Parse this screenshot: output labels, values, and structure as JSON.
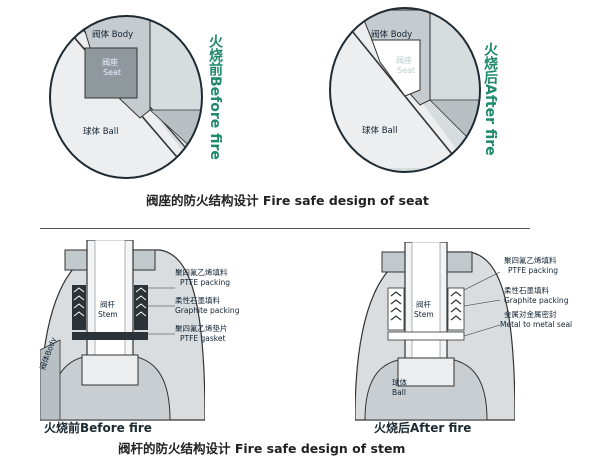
{
  "seat_section": {
    "before": {
      "body_label": "阀体 Body",
      "seat_label_cn": "阀座",
      "seat_label_en": "Seat",
      "ball_label": "球体 Ball",
      "side_text": "火烧前Before fire"
    },
    "after": {
      "body_label": "阀体 Body",
      "seat_label_cn": "阀座",
      "seat_label_en": "Seat",
      "ball_label": "球体 Ball",
      "side_text": "火烧后After fire"
    },
    "caption": "阀座的防火结构设计 Fire safe design of seat"
  },
  "stem_section": {
    "before": {
      "ptfe_packing_cn": "聚四氟乙烯填料",
      "ptfe_packing_en": "PTFE packing",
      "graphite_cn": "柔性石墨填料",
      "graphite_en": "Graphite packing",
      "gasket_cn": "聚四氟乙烯垫片",
      "gasket_en": "PTFE gasket",
      "stem_cn": "阀杆",
      "stem_en": "Stem",
      "body_label": "阀体Body",
      "fire_label": "火烧前Before fire"
    },
    "after": {
      "ptfe_packing_cn": "聚四氟乙烯填料",
      "ptfe_packing_en": "PTFE packing",
      "graphite_cn": "柔性石墨填料",
      "graphite_en": "Graphite packing",
      "metal_cn": "金属对金属密封",
      "metal_en": "Metal to metal seal",
      "stem_cn": "阀杆",
      "stem_en": "Stem",
      "ball_cn": "球体",
      "ball_en": "Ball",
      "fire_label": "火烧后After fire"
    },
    "caption": "阀杆的防火结构设计 Fire safe design of stem"
  },
  "colors": {
    "accent_green": "#1f8a6a",
    "metal_gray": "#9aa3a8",
    "body_light": "#d9dde0"
  }
}
